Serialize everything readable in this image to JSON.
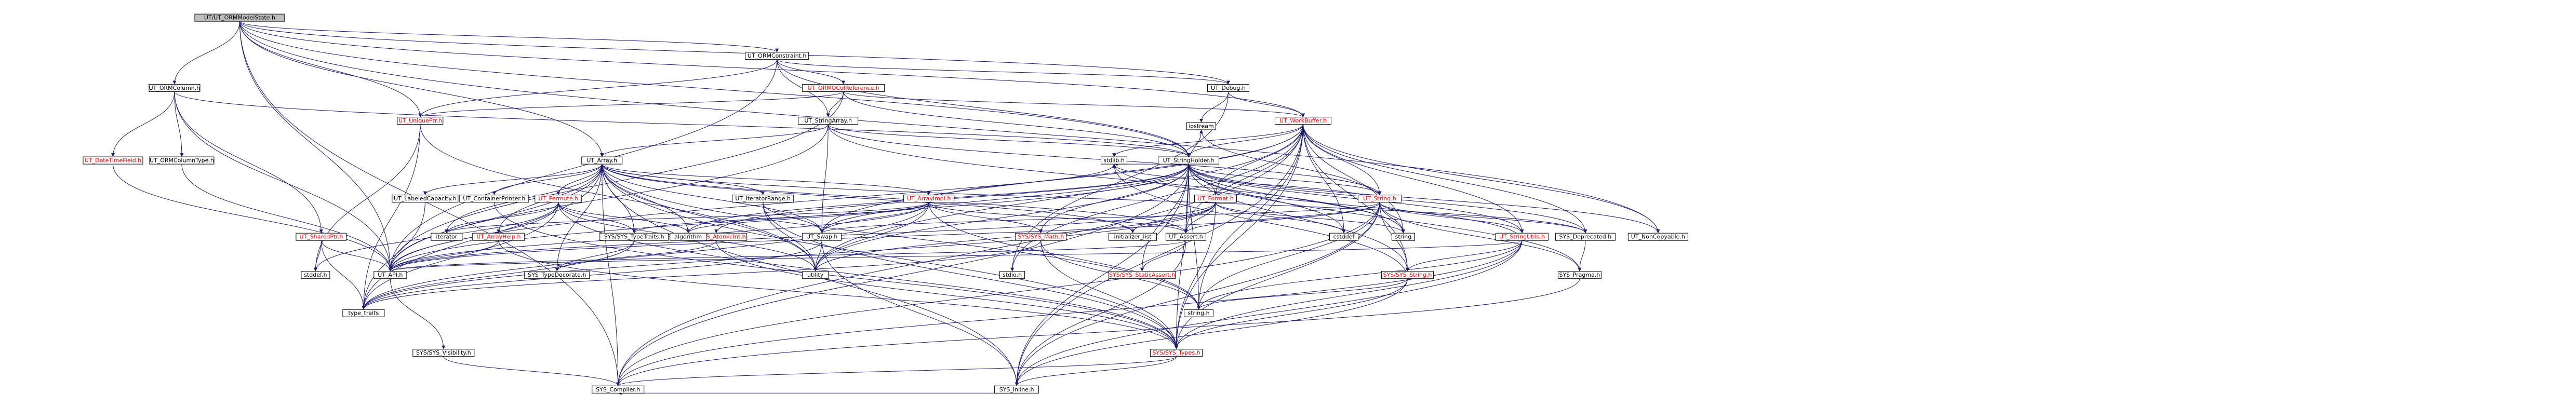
{
  "diagram": {
    "root": "UT/UT_ORMModelState.h",
    "nodes": [
      {
        "id": "root",
        "label": "UT/UT_ORMModelState.h",
        "style": "root"
      },
      {
        "id": "ormconstraint",
        "label": "UT_ORMConstraint.h",
        "style": "normal"
      },
      {
        "id": "ormcolumn",
        "label": "UT_ORMColumn.h",
        "style": "normal"
      },
      {
        "id": "ormocolref",
        "label": "UT_ORMOColReference.h",
        "style": "red"
      },
      {
        "id": "debug",
        "label": "UT_Debug.h",
        "style": "normal"
      },
      {
        "id": "workbuffer",
        "label": "UT_WorkBuffer.h",
        "style": "red"
      },
      {
        "id": "uniqueptr",
        "label": "UT_UniquePtr.h",
        "style": "red"
      },
      {
        "id": "stringarray",
        "label": "UT_StringArray.h",
        "style": "normal"
      },
      {
        "id": "stringholder",
        "label": "UT_StringHolder.h",
        "style": "normal"
      },
      {
        "id": "array",
        "label": "UT_Array.h",
        "style": "normal"
      },
      {
        "id": "datetimefield",
        "label": "UT_DateTimeField.h",
        "style": "red"
      },
      {
        "id": "ormcolumntype",
        "label": "UT_ORMColumnType.h",
        "style": "normal"
      },
      {
        "id": "labeledcapacity",
        "label": "UT_LabeledCapacity.h",
        "style": "normal"
      },
      {
        "id": "containerprinter",
        "label": "UT_ContainerPrinter.h",
        "style": "normal"
      },
      {
        "id": "permute",
        "label": "UT_Permute.h",
        "style": "red"
      },
      {
        "id": "iteratorrange",
        "label": "UT_IteratorRange.h",
        "style": "normal"
      },
      {
        "id": "arrayimpl",
        "label": "UT_ArrayImpl.h",
        "style": "red"
      },
      {
        "id": "format",
        "label": "UT_Format.h",
        "style": "red"
      },
      {
        "id": "ut_string",
        "label": "UT_String.h",
        "style": "red"
      },
      {
        "id": "sharedptr",
        "label": "UT_SharedPtr.h",
        "style": "red"
      },
      {
        "id": "arrayhelp",
        "label": "UT_ArrayHelp.h",
        "style": "red"
      },
      {
        "id": "typetraits",
        "label": "SYS/SYS_TypeTraits.h",
        "style": "normal"
      },
      {
        "id": "atomicint",
        "label": "SYS/SYS_AtomicInt.h",
        "style": "red"
      },
      {
        "id": "swap",
        "label": "UT_Swap.h",
        "style": "normal"
      },
      {
        "id": "sysmath",
        "label": "SYS/SYS_Math.h",
        "style": "red"
      },
      {
        "id": "ut_assert",
        "label": "UT_Assert.h",
        "style": "normal"
      },
      {
        "id": "stringutils",
        "label": "UT_StringUtils.h",
        "style": "red"
      },
      {
        "id": "deprecated",
        "label": "SYS_Deprecated.h",
        "style": "normal"
      },
      {
        "id": "noncopyable",
        "label": "UT_NonCopyable.h",
        "style": "normal"
      },
      {
        "id": "iterator",
        "label": "iterator",
        "style": "normal"
      },
      {
        "id": "algorithm",
        "label": "algorithm",
        "style": "normal"
      },
      {
        "id": "initializer_list",
        "label": "initializer_list",
        "style": "normal"
      },
      {
        "id": "stdlib",
        "label": "stdlib.h",
        "style": "normal"
      },
      {
        "id": "iostream",
        "label": "iostream",
        "style": "normal"
      },
      {
        "id": "cstddef",
        "label": "cstddef",
        "style": "normal"
      },
      {
        "id": "std_string",
        "label": "string",
        "style": "normal"
      },
      {
        "id": "staticassert",
        "label": "SYS/SYS_StaticAssert.h",
        "style": "red"
      },
      {
        "id": "sys_string",
        "label": "SYS/SYS_String.h",
        "style": "red"
      },
      {
        "id": "pragma",
        "label": "SYS_Pragma.h",
        "style": "normal"
      },
      {
        "id": "ut_api",
        "label": "UT_API.h",
        "style": "normal"
      },
      {
        "id": "stddef",
        "label": "stddef.h",
        "style": "normal"
      },
      {
        "id": "type_traits",
        "label": "type_traits",
        "style": "normal"
      },
      {
        "id": "typedecorate",
        "label": "SYS_TypeDecorate.h",
        "style": "normal"
      },
      {
        "id": "utility",
        "label": "utility",
        "style": "normal"
      },
      {
        "id": "stdio",
        "label": "stdio.h",
        "style": "normal"
      },
      {
        "id": "c_string",
        "label": "string.h",
        "style": "normal"
      },
      {
        "id": "systypes",
        "label": "SYS/SYS_Types.h",
        "style": "red"
      },
      {
        "id": "visibility",
        "label": "SYS/SYS_Visibility.h",
        "style": "normal"
      },
      {
        "id": "inline",
        "label": "SYS_Inline.h",
        "style": "normal"
      },
      {
        "id": "compiler",
        "label": "SYS_Compiler.h",
        "style": "normal"
      }
    ],
    "edges": [
      [
        "root",
        "ormconstraint"
      ],
      [
        "root",
        "ormcolumn"
      ],
      [
        "root",
        "uniqueptr"
      ],
      [
        "root",
        "stringholder"
      ],
      [
        "root",
        "array"
      ],
      [
        "root",
        "ut_api"
      ],
      [
        "root",
        "compiler"
      ],
      [
        "root",
        "noncopyable"
      ],
      [
        "root",
        "debug"
      ],
      [
        "root",
        "workbuffer"
      ],
      [
        "ormconstraint",
        "ormocolref"
      ],
      [
        "ormconstraint",
        "uniqueptr"
      ],
      [
        "ormconstraint",
        "stringarray"
      ],
      [
        "ormconstraint",
        "stringholder"
      ],
      [
        "ormconstraint",
        "ut_api"
      ],
      [
        "ormconstraint",
        "debug"
      ],
      [
        "ormcolumn",
        "datetimefield"
      ],
      [
        "ormcolumn",
        "ormcolumntype"
      ],
      [
        "ormcolumn",
        "sharedptr"
      ],
      [
        "ormcolumn",
        "stringholder"
      ],
      [
        "ormcolumn",
        "ut_api"
      ],
      [
        "ormocolref",
        "uniqueptr"
      ],
      [
        "ormocolref",
        "stringarray"
      ],
      [
        "ormocolref",
        "stringholder"
      ],
      [
        "ormocolref",
        "ut_api"
      ],
      [
        "ormocolref",
        "workbuffer"
      ],
      [
        "debug",
        "workbuffer"
      ],
      [
        "debug",
        "iostream"
      ],
      [
        "debug",
        "stdio"
      ],
      [
        "workbuffer",
        "stringholder"
      ],
      [
        "workbuffer",
        "ut_string"
      ],
      [
        "workbuffer",
        "format"
      ],
      [
        "workbuffer",
        "ut_assert"
      ],
      [
        "workbuffer",
        "ut_api"
      ],
      [
        "workbuffer",
        "stringutils"
      ],
      [
        "workbuffer",
        "noncopyable"
      ],
      [
        "workbuffer",
        "deprecated"
      ],
      [
        "workbuffer",
        "systypes"
      ],
      [
        "workbuffer",
        "sys_string"
      ],
      [
        "workbuffer",
        "c_string"
      ],
      [
        "workbuffer",
        "std_string"
      ],
      [
        "workbuffer",
        "utility"
      ],
      [
        "workbuffer",
        "stdio"
      ],
      [
        "workbuffer",
        "inline"
      ],
      [
        "workbuffer",
        "swap"
      ],
      [
        "workbuffer",
        "cstddef"
      ],
      [
        "workbuffer",
        "compiler"
      ],
      [
        "workbuffer",
        "stdlib"
      ],
      [
        "uniqueptr",
        "type_traits"
      ],
      [
        "uniqueptr",
        "stddef"
      ],
      [
        "uniqueptr",
        "utility"
      ],
      [
        "stringarray",
        "array"
      ],
      [
        "stringarray",
        "stringholder"
      ],
      [
        "stringarray",
        "swap"
      ],
      [
        "stringarray",
        "ut_string"
      ],
      [
        "stringarray",
        "ut_api"
      ],
      [
        "stringarray",
        "std_string"
      ],
      [
        "stringholder",
        "ut_string"
      ],
      [
        "stringholder",
        "ut_assert"
      ],
      [
        "stringholder",
        "format"
      ],
      [
        "stringholder",
        "ut_api"
      ],
      [
        "stringholder",
        "swap"
      ],
      [
        "stringholder",
        "systypes"
      ],
      [
        "stringholder",
        "sysmath"
      ],
      [
        "stringholder",
        "atomicint"
      ],
      [
        "stringholder",
        "stringutils"
      ],
      [
        "stringholder",
        "deprecated"
      ],
      [
        "stringholder",
        "noncopyable"
      ],
      [
        "stringholder",
        "compiler"
      ],
      [
        "stringholder",
        "inline"
      ],
      [
        "stringholder",
        "stdlib"
      ],
      [
        "stringholder",
        "std_string"
      ],
      [
        "stringholder",
        "cstddef"
      ],
      [
        "stringholder",
        "iostream"
      ],
      [
        "stringholder",
        "utility"
      ],
      [
        "stringholder",
        "pragma"
      ],
      [
        "stringholder",
        "algorithm"
      ],
      [
        "stringholder",
        "sys_string"
      ],
      [
        "stringholder",
        "c_string"
      ],
      [
        "stringholder",
        "staticassert"
      ],
      [
        "array",
        "arrayhelp"
      ],
      [
        "array",
        "arrayimpl"
      ],
      [
        "array",
        "permute"
      ],
      [
        "array",
        "labeledcapacity"
      ],
      [
        "array",
        "containerprinter"
      ],
      [
        "array",
        "iteratorrange"
      ],
      [
        "array",
        "ut_assert"
      ],
      [
        "array",
        "ut_api"
      ],
      [
        "array",
        "swap"
      ],
      [
        "array",
        "typetraits"
      ],
      [
        "array",
        "compiler"
      ],
      [
        "array",
        "deprecated"
      ],
      [
        "array",
        "inline"
      ],
      [
        "array",
        "systypes"
      ],
      [
        "array",
        "algorithm"
      ],
      [
        "array",
        "initializer_list"
      ],
      [
        "array",
        "iterator"
      ],
      [
        "array",
        "type_traits"
      ],
      [
        "array",
        "utility"
      ],
      [
        "array",
        "c_string"
      ],
      [
        "array",
        "typedecorate"
      ],
      [
        "arrayimpl",
        "ut_assert"
      ],
      [
        "arrayimpl",
        "swap"
      ],
      [
        "arrayimpl",
        "ut_api"
      ],
      [
        "arrayimpl",
        "algorithm"
      ],
      [
        "arrayimpl",
        "utility"
      ],
      [
        "arrayimpl",
        "iterator"
      ],
      [
        "arrayimpl",
        "type_traits"
      ],
      [
        "arrayimpl",
        "stdlib"
      ],
      [
        "arrayimpl",
        "c_string"
      ],
      [
        "arrayimpl",
        "sysmath"
      ],
      [
        "arrayimpl",
        "typetraits"
      ],
      [
        "permute",
        "algorithm"
      ],
      [
        "permute",
        "utility"
      ],
      [
        "permute",
        "iterator"
      ],
      [
        "permute",
        "typetraits"
      ],
      [
        "permute",
        "ut_api"
      ],
      [
        "permute",
        "type_traits"
      ],
      [
        "permute",
        "stddef"
      ],
      [
        "permute",
        "systypes"
      ],
      [
        "format",
        "ut_assert"
      ],
      [
        "format",
        "ut_api"
      ],
      [
        "format",
        "systypes"
      ],
      [
        "format",
        "cstddef"
      ],
      [
        "format",
        "std_string"
      ],
      [
        "format",
        "type_traits"
      ],
      [
        "format",
        "initializer_list"
      ],
      [
        "format",
        "utility"
      ],
      [
        "ut_string",
        "ut_assert"
      ],
      [
        "ut_string",
        "ut_api"
      ],
      [
        "ut_string",
        "stringutils"
      ],
      [
        "ut_string",
        "deprecated"
      ],
      [
        "ut_string",
        "swap"
      ],
      [
        "ut_string",
        "systypes"
      ],
      [
        "ut_string",
        "sys_string"
      ],
      [
        "ut_string",
        "inline"
      ],
      [
        "ut_string",
        "compiler"
      ],
      [
        "ut_string",
        "stdlib"
      ],
      [
        "ut_string",
        "c_string"
      ],
      [
        "ut_string",
        "std_string"
      ],
      [
        "ut_string",
        "iostream"
      ],
      [
        "ut_string",
        "pragma"
      ],
      [
        "sharedptr",
        "stddef"
      ],
      [
        "sharedptr",
        "type_traits"
      ],
      [
        "sharedptr",
        "ut_api"
      ],
      [
        "arrayhelp",
        "ut_api"
      ],
      [
        "arrayhelp",
        "systypes"
      ],
      [
        "typetraits",
        "typedecorate"
      ],
      [
        "typetraits",
        "type_traits"
      ],
      [
        "atomicint",
        "systypes"
      ],
      [
        "atomicint",
        "typedecorate"
      ],
      [
        "swap",
        "utility"
      ],
      [
        "swap",
        "inline"
      ],
      [
        "swap",
        "type_traits"
      ],
      [
        "sysmath",
        "systypes"
      ],
      [
        "sysmath",
        "type_traits"
      ],
      [
        "sysmath",
        "c_string"
      ],
      [
        "ut_assert",
        "ut_api"
      ],
      [
        "ut_assert",
        "inline"
      ],
      [
        "ut_assert",
        "staticassert"
      ],
      [
        "stringutils",
        "sys_string"
      ],
      [
        "stringutils",
        "ut_api"
      ],
      [
        "stringutils",
        "systypes"
      ],
      [
        "stringutils",
        "c_string"
      ],
      [
        "stringutils",
        "inline"
      ],
      [
        "stringutils",
        "compiler"
      ],
      [
        "stringutils",
        "stdlib"
      ],
      [
        "deprecated",
        "pragma"
      ],
      [
        "sys_string",
        "systypes"
      ],
      [
        "sys_string",
        "inline"
      ],
      [
        "sys_string",
        "c_string"
      ],
      [
        "sys_string",
        "stdlib"
      ],
      [
        "pragma",
        "compiler"
      ],
      [
        "ut_api",
        "visibility"
      ],
      [
        "visibility",
        "compiler"
      ],
      [
        "systypes",
        "inline"
      ],
      [
        "systypes",
        "compiler"
      ],
      [
        "inline",
        "compiler"
      ],
      [
        "iteratorrange",
        "utility"
      ],
      [
        "iteratorrange",
        "swap"
      ],
      [
        "iteratorrange",
        "systypes"
      ],
      [
        "containerprinter",
        "systypes"
      ],
      [
        "labeledcapacity",
        "type_traits"
      ],
      [
        "datetimefield",
        "ut_api"
      ],
      [
        "ormcolumntype",
        "ut_api"
      ]
    ]
  }
}
